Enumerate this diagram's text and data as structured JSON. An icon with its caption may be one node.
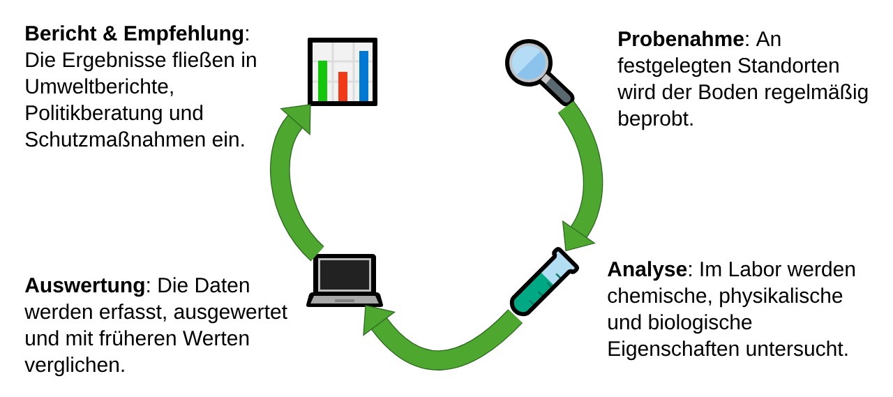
{
  "diagram": {
    "nodes": [
      {
        "text": [],
        "shape": "picture",
        "beside": [
          "**Bericht & Empfehlung**: Die Ergebnisse fließen in Umweltberichte, Politikberatung und Schutzmaßnahmen ein."
        ]
      },
      {
        "text": [],
        "shape": "picture",
        "beside": [
          "**Probenahme**: An festgelegten Standorten wird der Boden regelmäßig beprobt."
        ]
      },
      {
        "text": [],
        "shape": "picture",
        "beside": [
          "**Auswertung**: Die Daten werden erfasst, ausgewertet und mit früheren Werten verglichen."
        ]
      },
      {
        "text": [],
        "shape": "picture",
        "beside": [
          "**Analyse**: Im Labor werden chemische, physikalische und biologische Eigenschaften untersucht."
        ]
      }
    ],
    "edges": [
      {
        "from": 1,
        "to": 3,
        "arrow": "to"
      },
      {
        "from": 3,
        "to": 2,
        "arrow": "to"
      },
      {
        "from": 2,
        "to": 0,
        "arrow": "to"
      }
    ]
  }
}
